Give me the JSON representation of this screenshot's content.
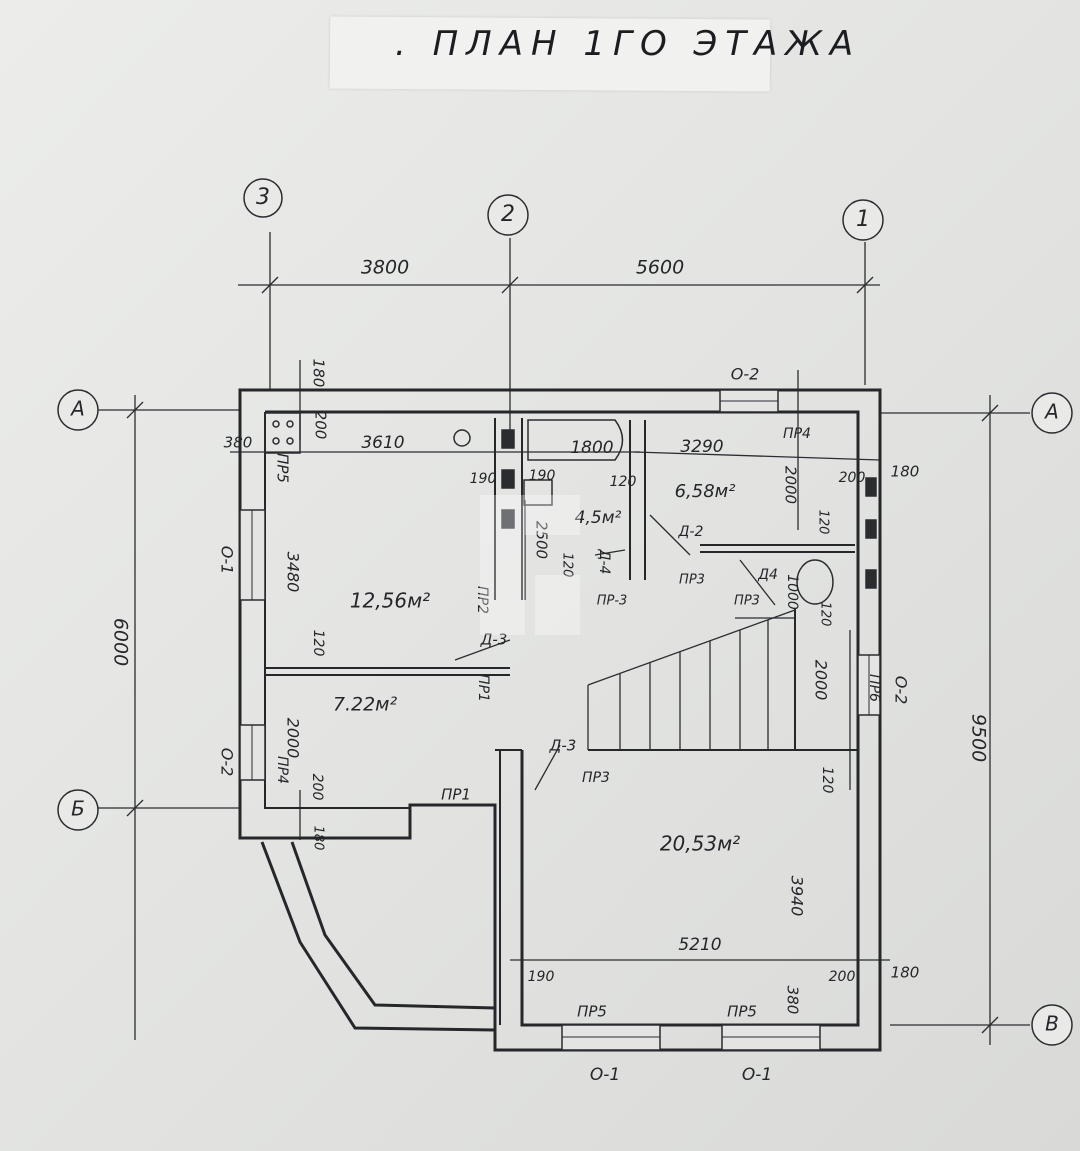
{
  "title": ". ПЛАН  1ГО  ЭТАЖА",
  "axes": {
    "num": [
      "3",
      "2",
      "1"
    ],
    "let": [
      "А",
      "А",
      "Б",
      "В"
    ]
  },
  "dims": {
    "top": [
      "3800",
      "5600"
    ],
    "wall": [
      "180",
      "200",
      "380",
      "3610",
      "1800",
      "3290",
      "190",
      "190",
      "120",
      "200",
      "180",
      "2000",
      "2500",
      "120",
      "120",
      "1000",
      "120",
      "3480",
      "120",
      "2000",
      "200",
      "180",
      "2000",
      "120",
      "3940",
      "5210",
      "190",
      "200",
      "180",
      "380"
    ],
    "left_total": "6000",
    "right_total": "9500"
  },
  "rooms": {
    "r1": "12,56м²",
    "r2": "7.22м²",
    "r3": "4,5м²",
    "r4": "6,58м²",
    "r5": "20,53м²"
  },
  "marks": [
    "О-2",
    "ПР4",
    "ПР5",
    "О-1",
    "ПР2",
    "Д-3",
    "ПР1",
    "О-2",
    "ПР4",
    "ПР1",
    "Д-3",
    "ПР3",
    "Д-4",
    "ПР-3",
    "Д-2",
    "ПР3",
    "Д4",
    "ПР3",
    "ПР6",
    "О-2",
    "ПР5",
    "ПР5",
    "О-1",
    "О-1"
  ],
  "colors": {
    "ink": "#24262a",
    "paper": "#e7e8e6"
  }
}
